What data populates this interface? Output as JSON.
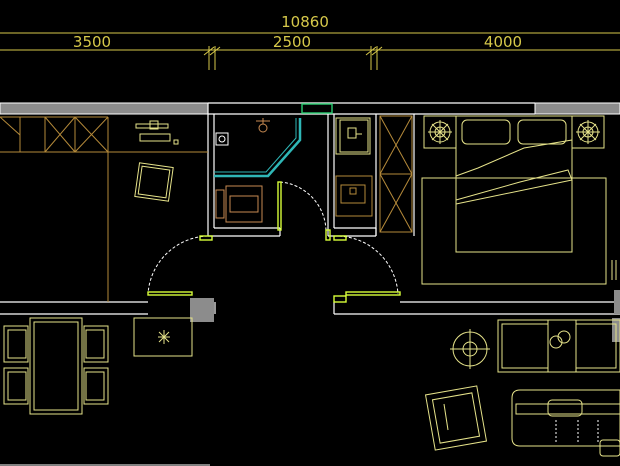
{
  "dimensions": {
    "total": "10860",
    "segments": [
      "3500",
      "2500",
      "4000"
    ]
  },
  "colors": {
    "background": "#000000",
    "wall": "#ffffff",
    "wall_fill": "#8c8c8c",
    "dimension": "#d6c84a",
    "furniture": "#e6e38a",
    "door": "#d8ff3a",
    "cabinet": "#b58a3a",
    "fixture": "#c88a52",
    "glass": "#2fb7b7",
    "window_green": "#27c06a"
  },
  "icons": [
    "stove-burner-icon",
    "toilet-icon",
    "sink-icon",
    "ceiling-fan-icon",
    "bedside-lamp-icon",
    "round-table-icon"
  ]
}
